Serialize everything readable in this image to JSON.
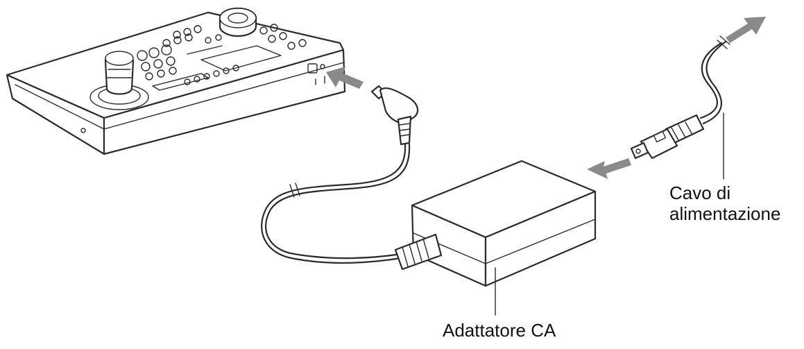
{
  "labels": {
    "power_cable_line1": "Cavo di",
    "power_cable_line2": "alimentazione",
    "ac_adapter": "Adattatore CA"
  },
  "colors": {
    "line": "#2a2a2a",
    "arrow": "#8a8a8a",
    "background": "#ffffff"
  }
}
